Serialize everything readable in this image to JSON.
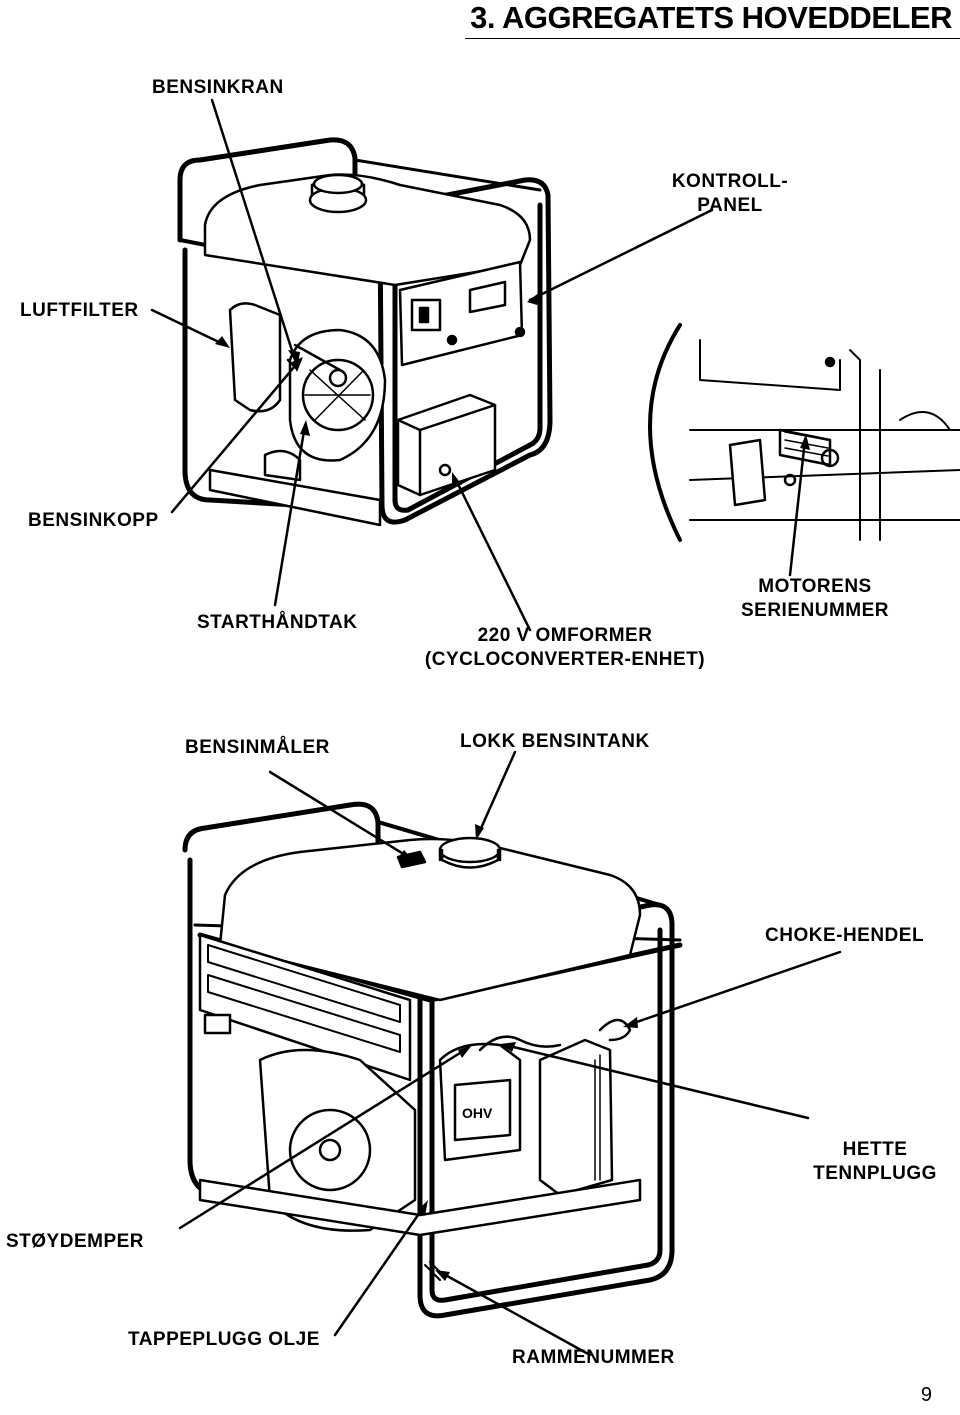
{
  "header": {
    "title": "3. AGGREGATETS HOVEDDELER"
  },
  "figure_top": {
    "labels": {
      "fuel_valve": "BENSINKRAN",
      "control_panel_line1": "KONTROLL-",
      "control_panel_line2": "PANEL",
      "air_filter": "LUFTFILTER",
      "fuel_cup": "BENSINKOPP",
      "starter_grip": "STARTHÅNDTAK",
      "inverter_line1": "220 V OMFORMER",
      "inverter_line2": "(CYCLOCONVERTER-ENHET)",
      "engine_serial_line1": "MOTORENS",
      "engine_serial_line2": "SERIENUMMER"
    }
  },
  "figure_bottom": {
    "labels": {
      "fuel_gauge": "BENSINMÅLER",
      "fuel_tank_cap": "LOKK BENSINTANK",
      "choke_lever": "CHOKE-HENDEL",
      "spark_plug_cap_line1": "HETTE",
      "spark_plug_cap_line2": "TENNPLUGG",
      "muffler": "STØYDEMPER",
      "oil_drain_plug": "TAPPEPLUGG OLJE",
      "frame_serial": "RAMMENUMMER"
    }
  },
  "footer": {
    "page_number": "9"
  }
}
